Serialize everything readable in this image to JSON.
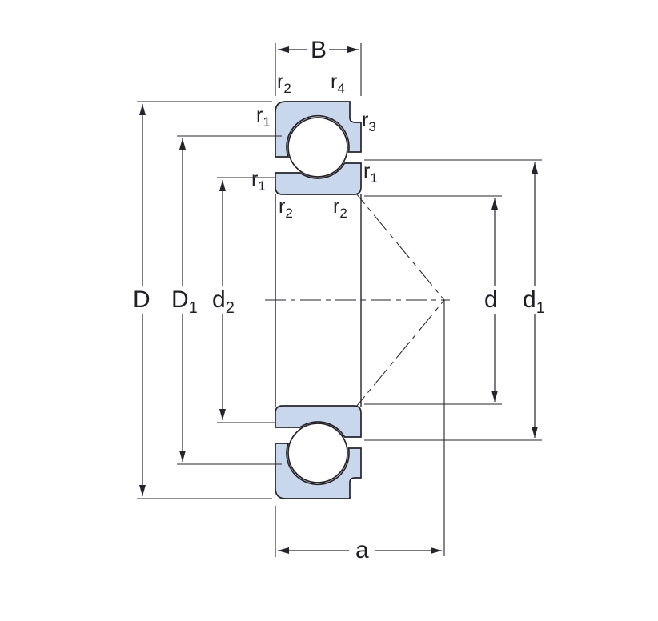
{
  "colors": {
    "ring_fill": "#c9d7ed",
    "ball_fill": "#ffffff",
    "line": "#26242b",
    "background": "#ffffff"
  },
  "labels": {
    "B": {
      "base": "B",
      "sub": ""
    },
    "D": {
      "base": "D",
      "sub": ""
    },
    "D1": {
      "base": "D",
      "sub": "1"
    },
    "d2": {
      "base": "d",
      "sub": "2"
    },
    "d": {
      "base": "d",
      "sub": ""
    },
    "d1": {
      "base": "d",
      "sub": "1"
    },
    "a": {
      "base": "a",
      "sub": ""
    },
    "r_top_left": {
      "base": "r",
      "sub": "2"
    },
    "r_top_right": {
      "base": "r",
      "sub": "4"
    },
    "r_upper_left": {
      "base": "r",
      "sub": "1"
    },
    "r_upper_right": {
      "base": "r",
      "sub": "3"
    },
    "r_mid_left": {
      "base": "r",
      "sub": "1"
    },
    "r_mid_right": {
      "base": "r",
      "sub": "1"
    },
    "r_lower_left": {
      "base": "r",
      "sub": "2"
    },
    "r_lower_right": {
      "base": "r",
      "sub": "2"
    }
  }
}
